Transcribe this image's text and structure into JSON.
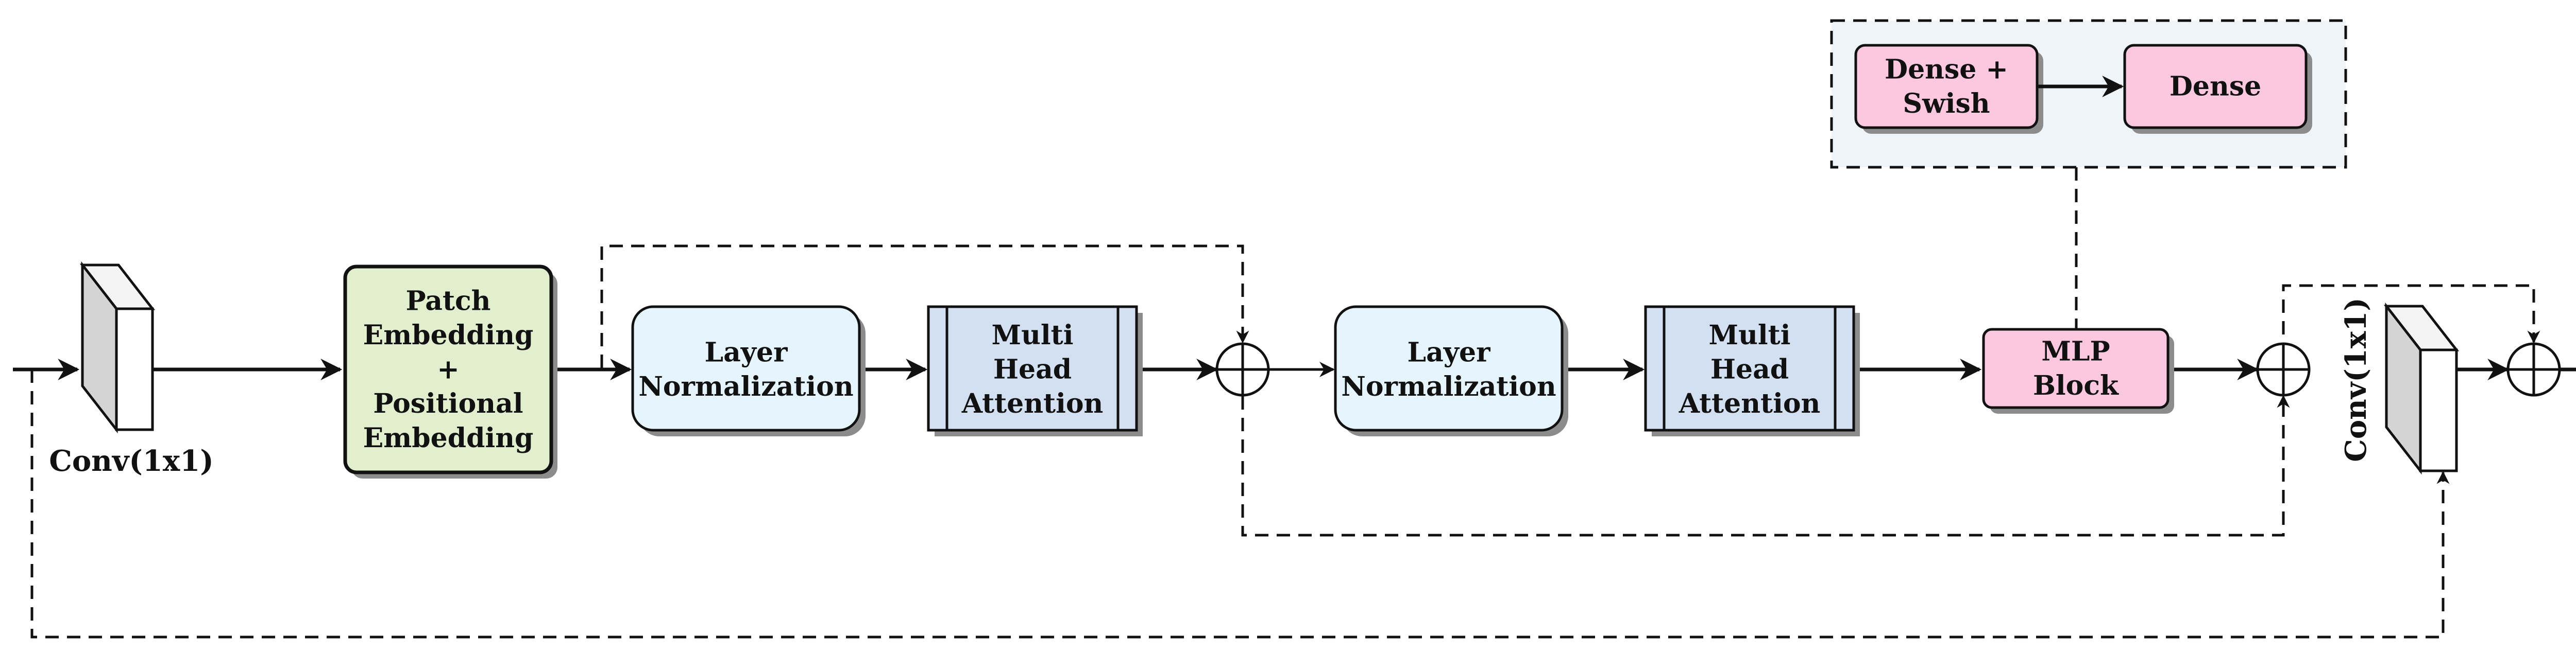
{
  "colors": {
    "patch_fill": "#e2efcf",
    "layernorm_fill": "#e6f5fd",
    "attention_fill": "#d3e0f2",
    "mlp_fill": "#fbc8e0",
    "mlp_panel_fill": "#eef4f7",
    "conv_front": "#d9d9d9",
    "stroke": "#111111",
    "shadow": "#8c8c8c"
  },
  "conv_in": {
    "label": "Conv(1x1)"
  },
  "conv_out": {
    "label": "Conv(1x1)"
  },
  "patch_embedding": {
    "lines": [
      "Patch",
      "Embedding",
      "+",
      "Positional",
      "Embedding"
    ]
  },
  "layer_norm_1": {
    "lines": [
      "Layer",
      "Normalization"
    ]
  },
  "mha_1": {
    "lines": [
      "Multi",
      "Head",
      "Attention"
    ]
  },
  "layer_norm_2": {
    "lines": [
      "Layer",
      "Normalization"
    ]
  },
  "mha_2": {
    "lines": [
      "Multi",
      "Head",
      "Attention"
    ]
  },
  "mlp_block": {
    "lines": [
      "MLP",
      "Block"
    ]
  },
  "mlp_detail": {
    "dense_swish": {
      "lines": [
        "Dense +",
        "Swish"
      ]
    },
    "dense": {
      "lines": [
        "Dense"
      ]
    }
  },
  "adders": [
    {
      "name": "residual-add-1",
      "symbol": "plus"
    },
    {
      "name": "residual-add-2",
      "symbol": "plus"
    },
    {
      "name": "residual-add-3",
      "symbol": "plus"
    }
  ]
}
